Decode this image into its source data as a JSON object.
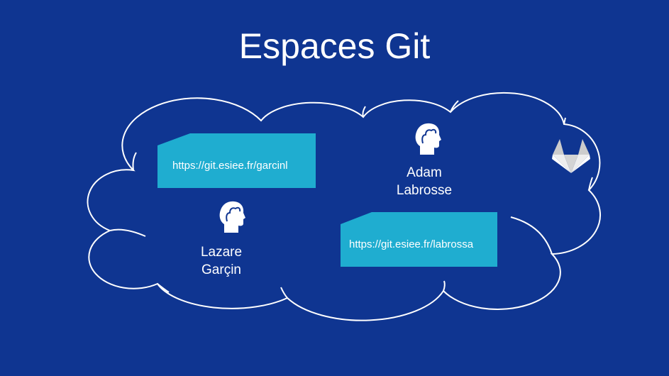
{
  "title": "Espaces Git",
  "users": [
    {
      "first": "Lazare",
      "last": "Garçin",
      "url": "https://git.esiee.fr/garcinl"
    },
    {
      "first": "Adam",
      "last": "Labrosse",
      "url": "https://git.esiee.fr/labrossa"
    }
  ],
  "colors": {
    "background": "#0f3591",
    "box": "#1fadd0",
    "line": "#ffffff"
  },
  "icons": [
    "person-head-icon",
    "gitlab-logo-icon"
  ]
}
